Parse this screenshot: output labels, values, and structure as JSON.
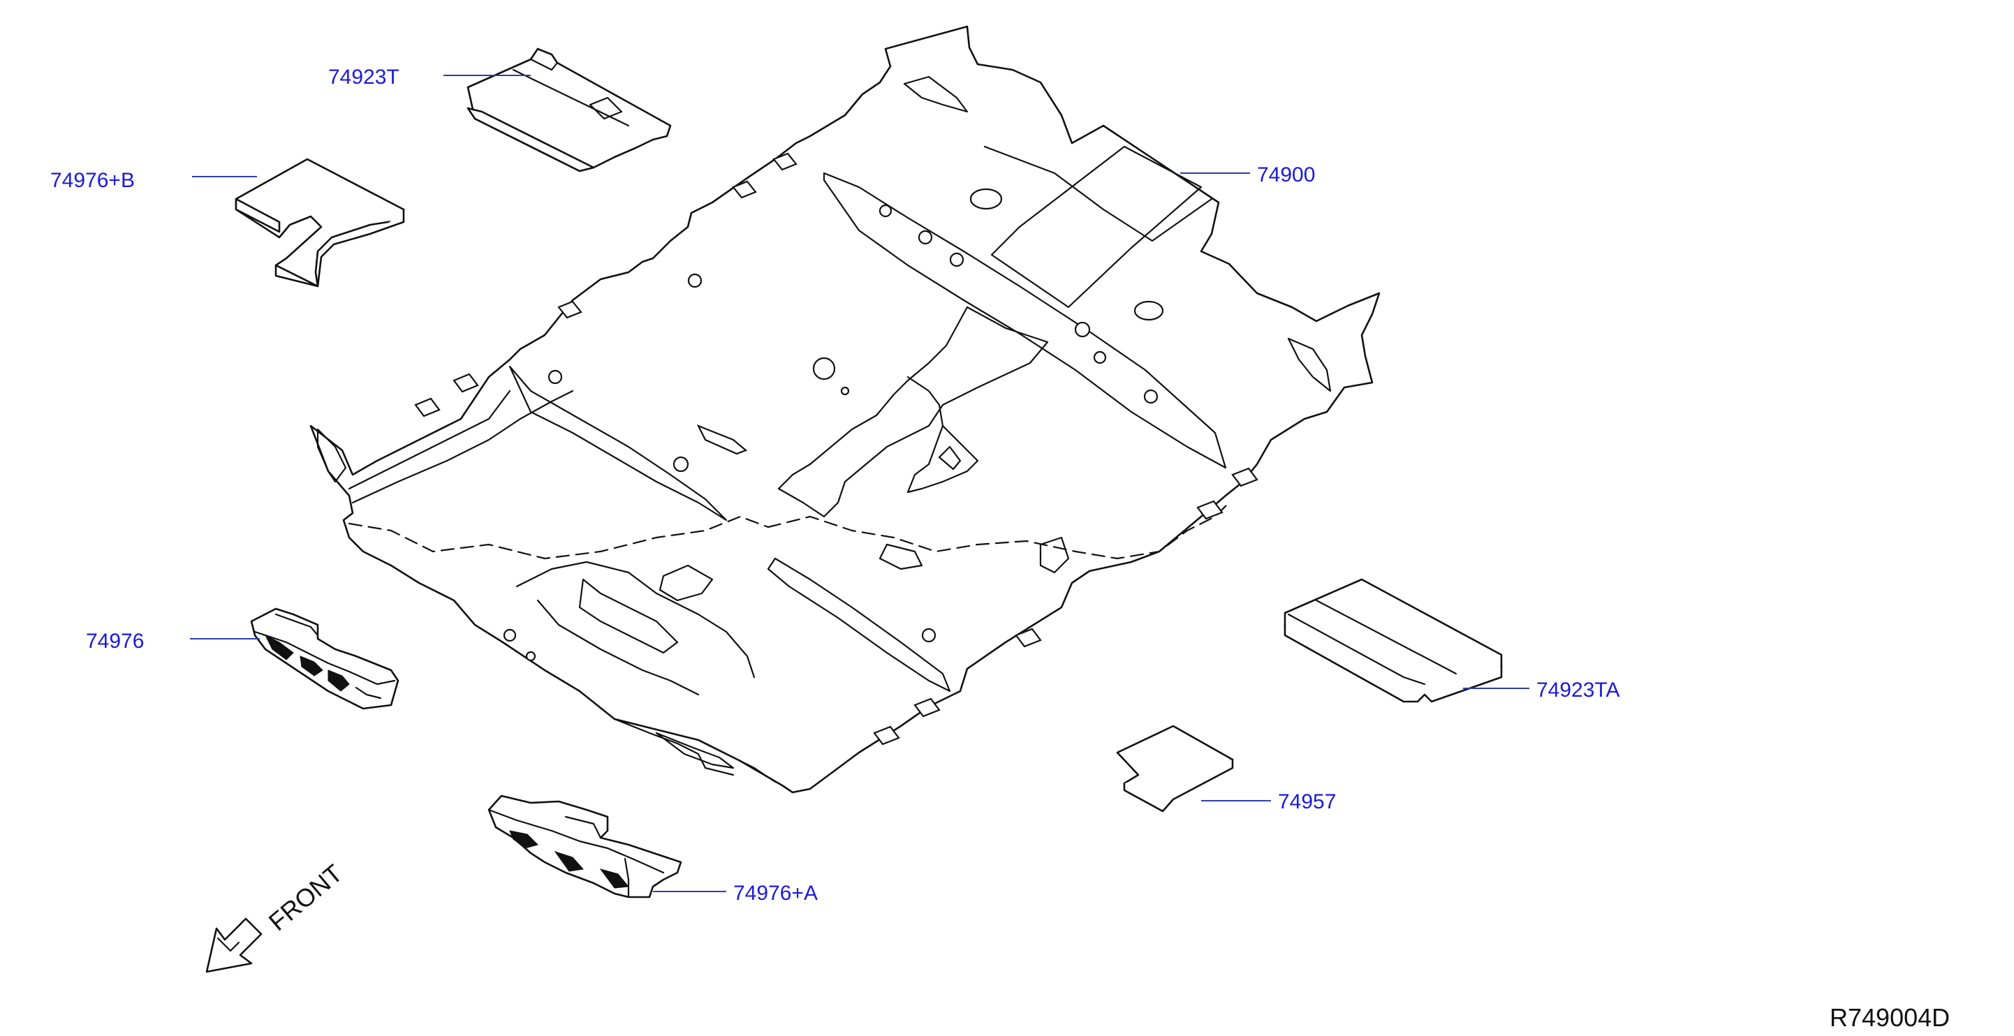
{
  "diagram": {
    "drawing_number": "R749004D",
    "front_label": "FRONT",
    "parts": [
      {
        "id": "74923T",
        "label": "74923T"
      },
      {
        "id": "74976+B",
        "label": "74976+B"
      },
      {
        "id": "74900",
        "label": "74900"
      },
      {
        "id": "74976",
        "label": "74976"
      },
      {
        "id": "74923TA",
        "label": "74923TA"
      },
      {
        "id": "74957",
        "label": "74957"
      },
      {
        "id": "74976+A",
        "label": "74976+A"
      }
    ]
  },
  "colors": {
    "callout_text": "#1a1adb",
    "leader_line": "#2b3fa8",
    "line_art": "#111111",
    "background": "#ffffff"
  }
}
